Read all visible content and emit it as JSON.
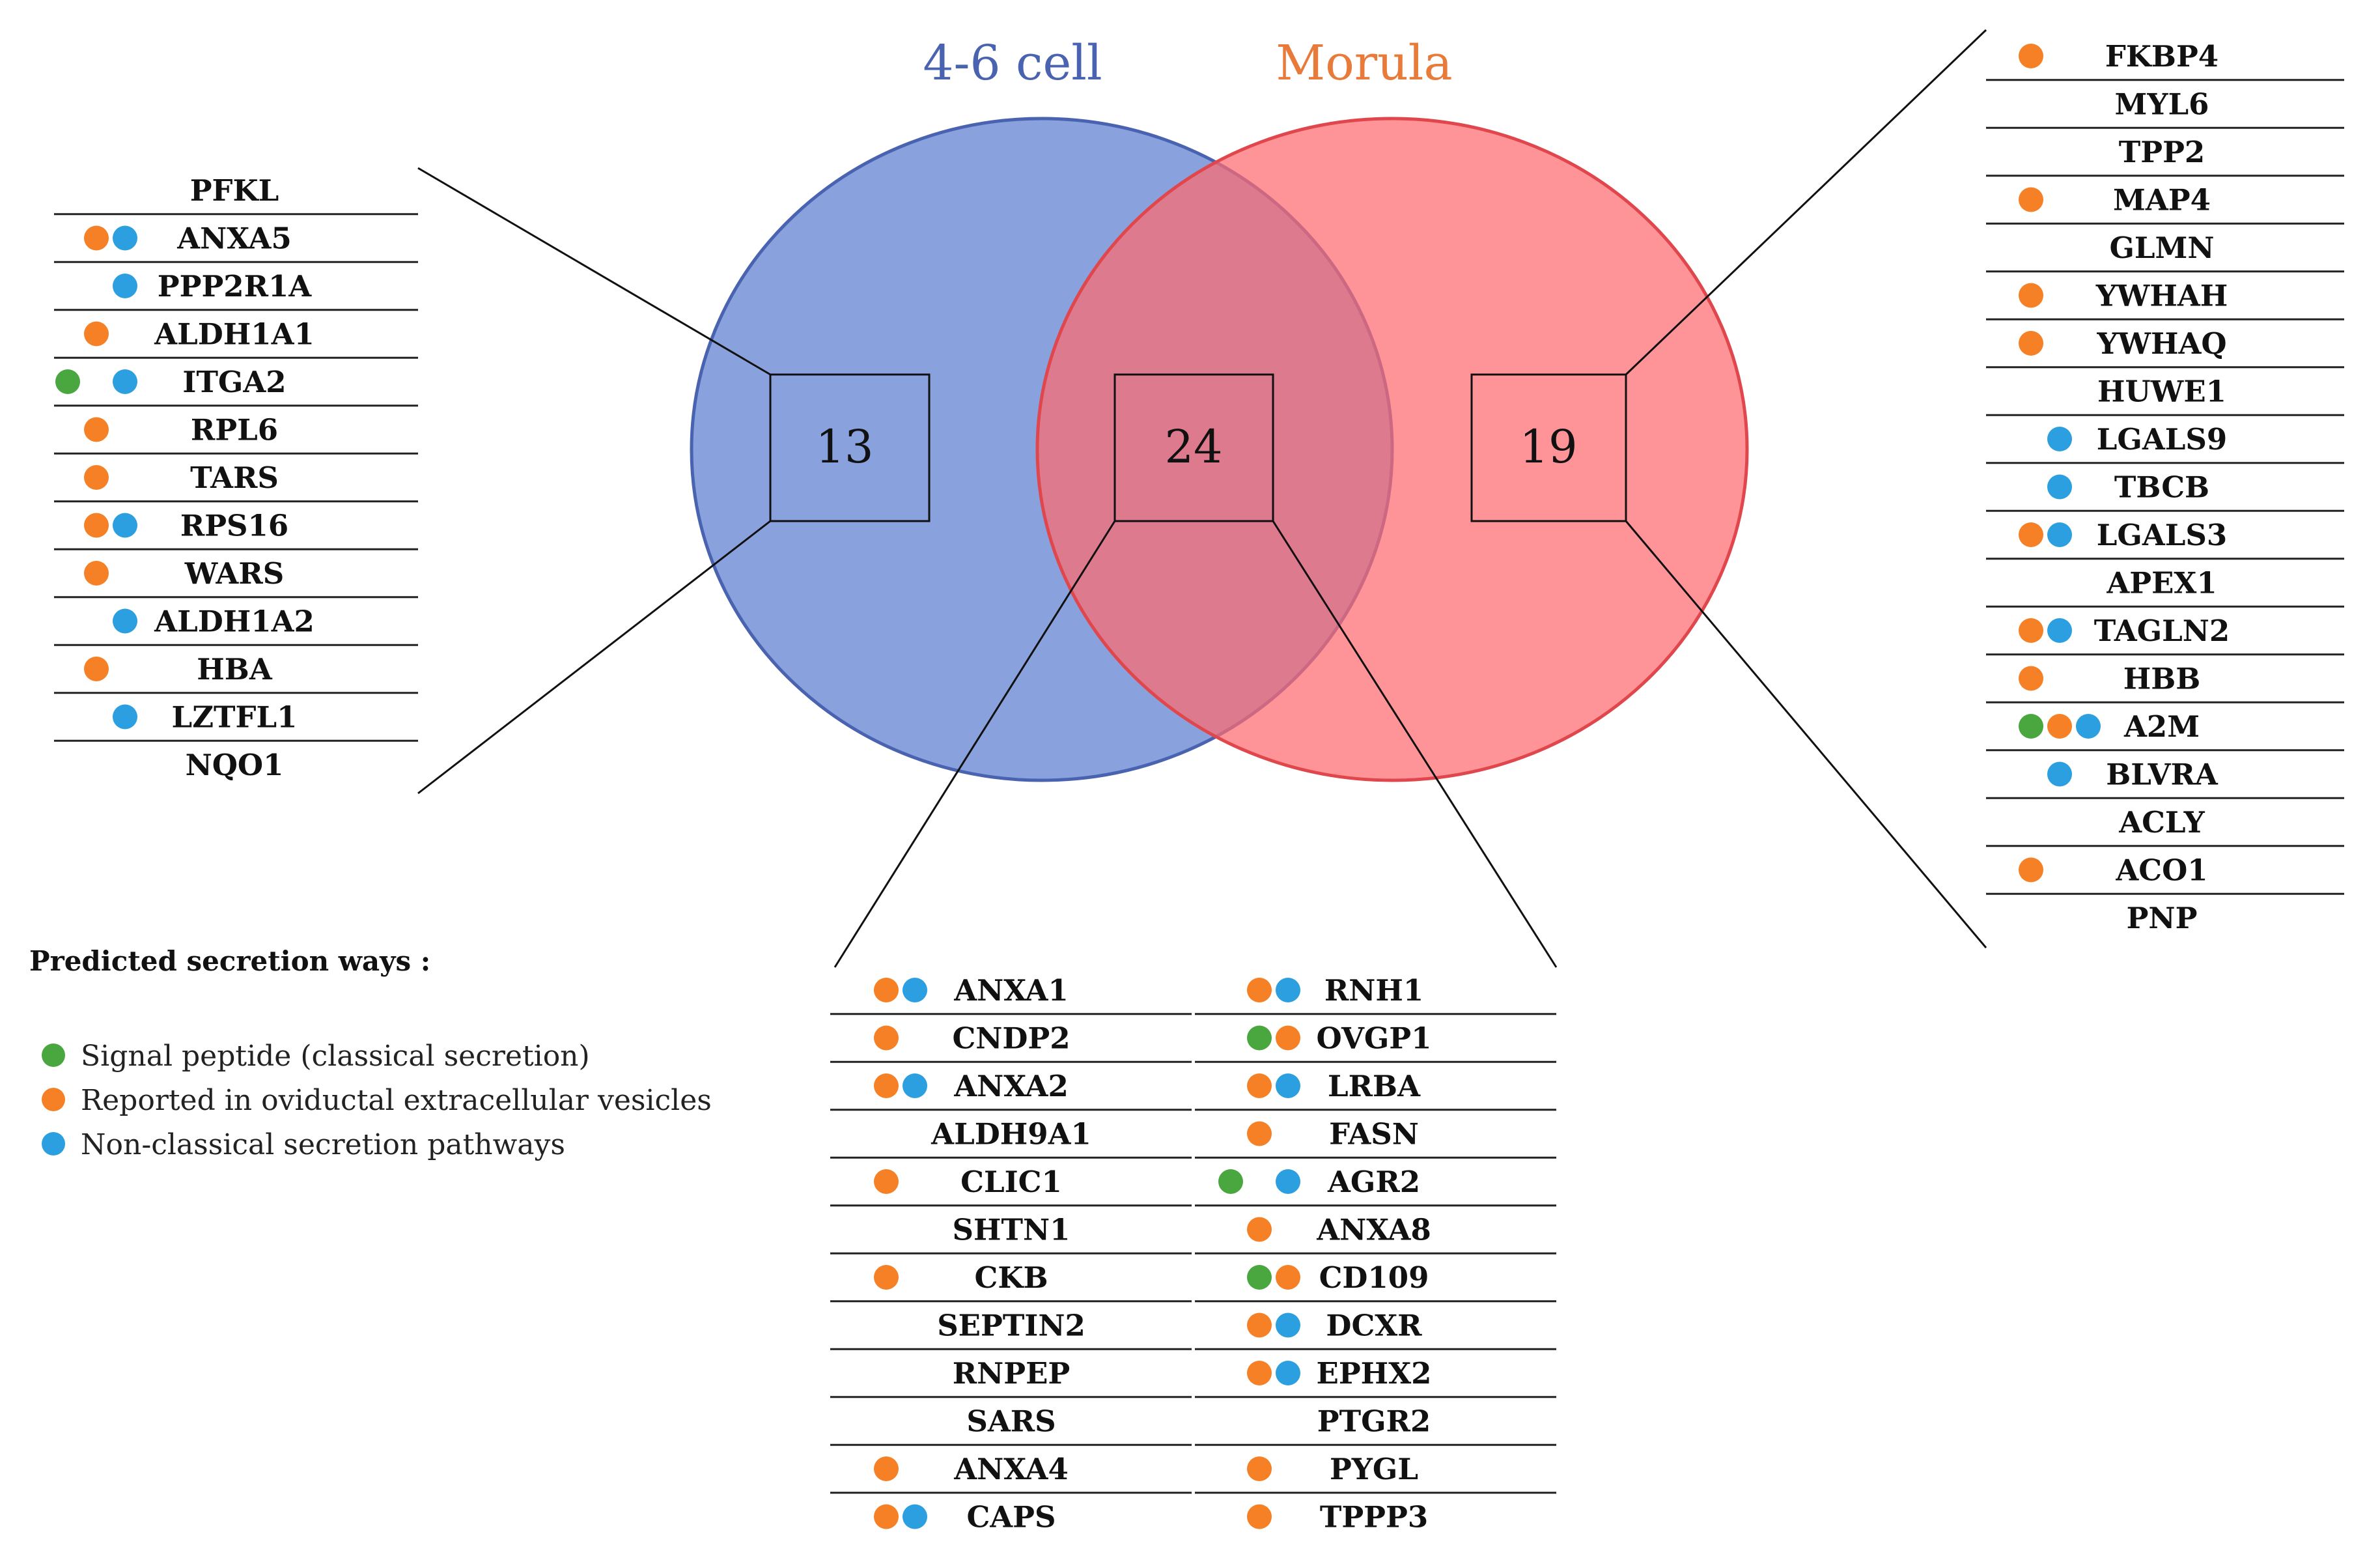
{
  "colors": {
    "green": "#4aa63f",
    "orange": "#f58025",
    "blue": "#2b9fe0",
    "set_a_fill": "#6f8cd4",
    "set_a_stroke": "#4a63b0",
    "set_a_label": "#4a63b0",
    "set_b_fill": "#ff6b70",
    "set_b_stroke": "#e0474d",
    "set_b_label": "#e87a3a"
  },
  "venn": {
    "set_a_label": "4-6 cell",
    "set_b_label": "Morula",
    "only_a_count": "13",
    "both_count": "24",
    "only_b_count": "19"
  },
  "legend": {
    "title": "Predicted secretion ways :",
    "items": [
      {
        "key": "green",
        "label": "Signal peptide (classical secretion)"
      },
      {
        "key": "orange",
        "label": "Reported in oviductal extracellular vesicles"
      },
      {
        "key": "blue",
        "label": "Non-classical secretion pathways"
      }
    ]
  },
  "lists": {
    "only_a": [
      {
        "name": "PFKL",
        "marks": []
      },
      {
        "name": "ANXA5",
        "marks": [
          "orange",
          "blue"
        ]
      },
      {
        "name": "PPP2R1A",
        "marks": [
          "blue"
        ]
      },
      {
        "name": "ALDH1A1",
        "marks": [
          "orange"
        ]
      },
      {
        "name": "ITGA2",
        "marks": [
          "green",
          "blue"
        ]
      },
      {
        "name": "RPL6",
        "marks": [
          "orange"
        ]
      },
      {
        "name": "TARS",
        "marks": [
          "orange"
        ]
      },
      {
        "name": "RPS16",
        "marks": [
          "orange",
          "blue"
        ]
      },
      {
        "name": "WARS",
        "marks": [
          "orange"
        ]
      },
      {
        "name": "ALDH1A2",
        "marks": [
          "blue"
        ]
      },
      {
        "name": "HBA",
        "marks": [
          "orange"
        ]
      },
      {
        "name": "LZTFL1",
        "marks": [
          "blue"
        ]
      },
      {
        "name": "NQO1",
        "marks": []
      }
    ],
    "only_b": [
      {
        "name": "FKBP4",
        "marks": [
          "orange"
        ]
      },
      {
        "name": "MYL6",
        "marks": []
      },
      {
        "name": "TPP2",
        "marks": []
      },
      {
        "name": "MAP4",
        "marks": [
          "orange"
        ]
      },
      {
        "name": "GLMN",
        "marks": []
      },
      {
        "name": "YWHAH",
        "marks": [
          "orange"
        ]
      },
      {
        "name": "YWHAQ",
        "marks": [
          "orange"
        ]
      },
      {
        "name": "HUWE1",
        "marks": []
      },
      {
        "name": "LGALS9",
        "marks": [
          "blue"
        ]
      },
      {
        "name": "TBCB",
        "marks": [
          "blue"
        ]
      },
      {
        "name": "LGALS3",
        "marks": [
          "orange",
          "blue"
        ]
      },
      {
        "name": "APEX1",
        "marks": []
      },
      {
        "name": "TAGLN2",
        "marks": [
          "orange",
          "blue"
        ]
      },
      {
        "name": "HBB",
        "marks": [
          "orange"
        ]
      },
      {
        "name": "A2M",
        "marks": [
          "green",
          "orange",
          "blue"
        ]
      },
      {
        "name": "BLVRA",
        "marks": [
          "blue"
        ]
      },
      {
        "name": "ACLY",
        "marks": []
      },
      {
        "name": "ACO1",
        "marks": [
          "orange"
        ]
      },
      {
        "name": "PNP",
        "marks": []
      }
    ],
    "both_left": [
      {
        "name": "ANXA1",
        "marks": [
          "orange",
          "blue"
        ]
      },
      {
        "name": "CNDP2",
        "marks": [
          "orange"
        ]
      },
      {
        "name": "ANXA2",
        "marks": [
          "orange",
          "blue"
        ]
      },
      {
        "name": "ALDH9A1",
        "marks": []
      },
      {
        "name": "CLIC1",
        "marks": [
          "orange"
        ]
      },
      {
        "name": "SHTN1",
        "marks": []
      },
      {
        "name": "CKB",
        "marks": [
          "orange"
        ]
      },
      {
        "name": "SEPTIN2",
        "marks": []
      },
      {
        "name": "RNPEP",
        "marks": []
      },
      {
        "name": "SARS",
        "marks": []
      },
      {
        "name": "ANXA4",
        "marks": [
          "orange"
        ]
      },
      {
        "name": "CAPS",
        "marks": [
          "orange",
          "blue"
        ]
      }
    ],
    "both_right": [
      {
        "name": "RNH1",
        "marks": [
          "orange",
          "blue"
        ]
      },
      {
        "name": "OVGP1",
        "marks": [
          "green",
          "orange"
        ]
      },
      {
        "name": "LRBA",
        "marks": [
          "orange",
          "blue"
        ]
      },
      {
        "name": "FASN",
        "marks": [
          "orange"
        ]
      },
      {
        "name": "AGR2",
        "marks": [
          "green",
          "blue"
        ]
      },
      {
        "name": "ANXA8",
        "marks": [
          "orange"
        ]
      },
      {
        "name": "CD109",
        "marks": [
          "green",
          "orange"
        ]
      },
      {
        "name": "DCXR",
        "marks": [
          "orange",
          "blue"
        ]
      },
      {
        "name": "EPHX2",
        "marks": [
          "orange",
          "blue"
        ]
      },
      {
        "name": "PTGR2",
        "marks": []
      },
      {
        "name": "PYGL",
        "marks": [
          "orange"
        ]
      },
      {
        "name": "TPPP3",
        "marks": [
          "orange"
        ]
      }
    ]
  }
}
